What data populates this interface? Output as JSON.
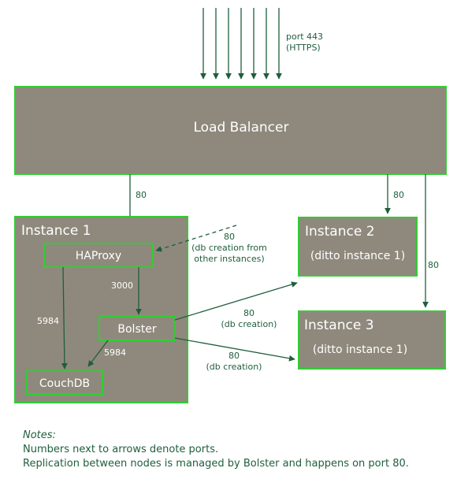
{
  "port_label": "port 443",
  "port_sub": "(HTTPS)",
  "load_balancer": "Load Balancer",
  "instance1": {
    "title": "Instance 1",
    "haproxy": "HAProxy",
    "bolster": "Bolster",
    "couchdb": "CouchDB"
  },
  "instance2": {
    "title": "Instance 2",
    "sub": "(ditto instance 1)"
  },
  "instance3": {
    "title": "Instance 3",
    "sub": "(ditto instance 1)"
  },
  "edges": {
    "lb_to_haproxy": "80",
    "lb_to_instance2": "80",
    "lb_to_instance3": "80",
    "haproxy_to_bolster": "3000",
    "haproxy_to_couchdb": "5984",
    "bolster_to_couchdb": "5984",
    "external_port": "80",
    "external_note_1": "(db creation from",
    "external_note_2": "other instances)",
    "bolster_i2_port": "80",
    "bolster_i2_note": "(db creation)",
    "bolster_i3_port": "80",
    "bolster_i3_note": "(db creation)"
  },
  "notes": {
    "title": "Notes:",
    "line1": "Numbers next to arrows denote ports.",
    "line2": "Replication between nodes is managed by Bolster and happens on port 80."
  },
  "colors": {
    "box_fill": "#8f897d",
    "border": "#33cc33",
    "line": "#1f5e3c",
    "text_light": "#ffffff"
  }
}
